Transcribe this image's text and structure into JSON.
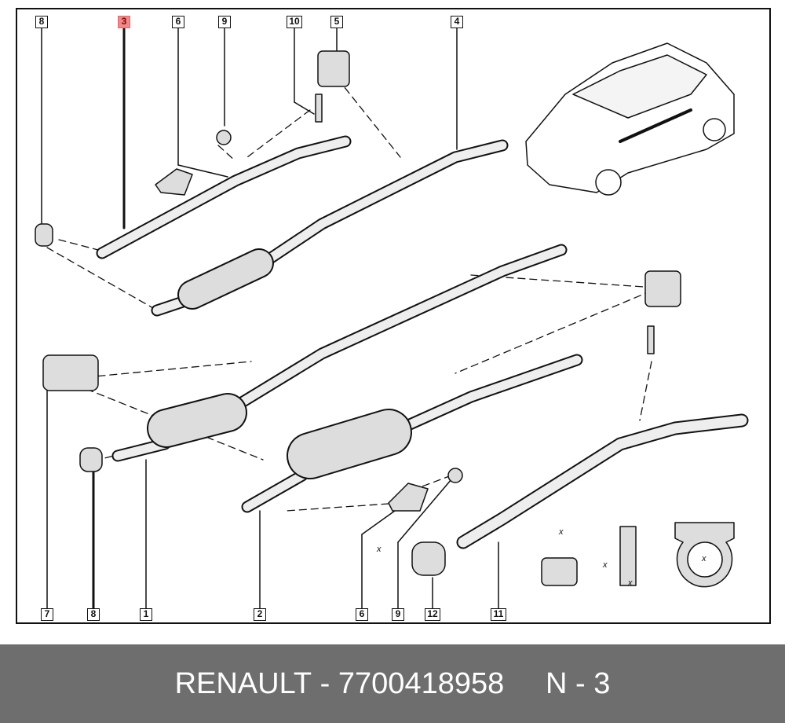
{
  "diagram": {
    "highlight_color": "#f08a8a",
    "selected_label": "3",
    "top_labels": [
      "8",
      "3",
      "6",
      "9",
      "10",
      "5",
      "4"
    ],
    "bottom_labels": [
      "7",
      "8",
      "1",
      "2",
      "6",
      "9",
      "12",
      "11"
    ],
    "dimension_marks": [
      "x",
      "x",
      "x",
      "x",
      "x"
    ]
  },
  "footer": {
    "brand": "RENAULT",
    "separator": " - ",
    "part_number": "7700418958",
    "gap": "     ",
    "ref": "N - 3"
  }
}
